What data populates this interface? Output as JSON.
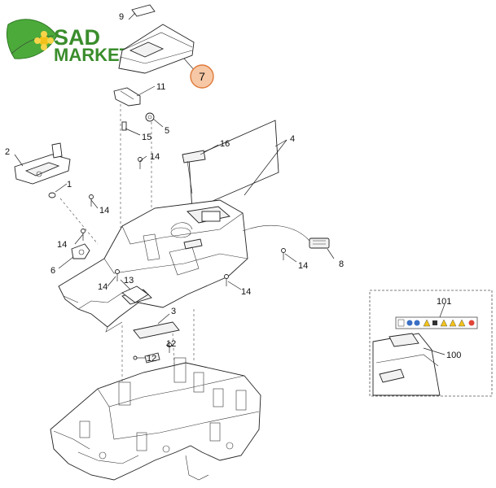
{
  "logo": {
    "brand_top": "SAD",
    "brand_bottom": "MARKET",
    "colors": {
      "green": "#3a8d2c",
      "leaf": "#4caa3a",
      "flower": "#f2c21b"
    }
  },
  "highlight": {
    "label": "7",
    "fill": "#f6c8a6",
    "stroke": "#e07a3a"
  },
  "callouts": [
    {
      "id": "9",
      "label": "9"
    },
    {
      "id": "11",
      "label": "11"
    },
    {
      "id": "5",
      "label": "5"
    },
    {
      "id": "15",
      "label": "15"
    },
    {
      "id": "16",
      "label": "16"
    },
    {
      "id": "4",
      "label": "4"
    },
    {
      "id": "2",
      "label": "2"
    },
    {
      "id": "1",
      "label": "1"
    },
    {
      "id": "14a",
      "label": "14"
    },
    {
      "id": "14b",
      "label": "14"
    },
    {
      "id": "14c",
      "label": "14"
    },
    {
      "id": "14d",
      "label": "14"
    },
    {
      "id": "14e",
      "label": "14"
    },
    {
      "id": "14f",
      "label": "14"
    },
    {
      "id": "6",
      "label": "6"
    },
    {
      "id": "13",
      "label": "13"
    },
    {
      "id": "8",
      "label": "8"
    },
    {
      "id": "3",
      "label": "3"
    },
    {
      "id": "12a",
      "label": "12"
    },
    {
      "id": "12b",
      "label": "12"
    },
    {
      "id": "101",
      "label": "101"
    },
    {
      "id": "100",
      "label": "100"
    }
  ]
}
